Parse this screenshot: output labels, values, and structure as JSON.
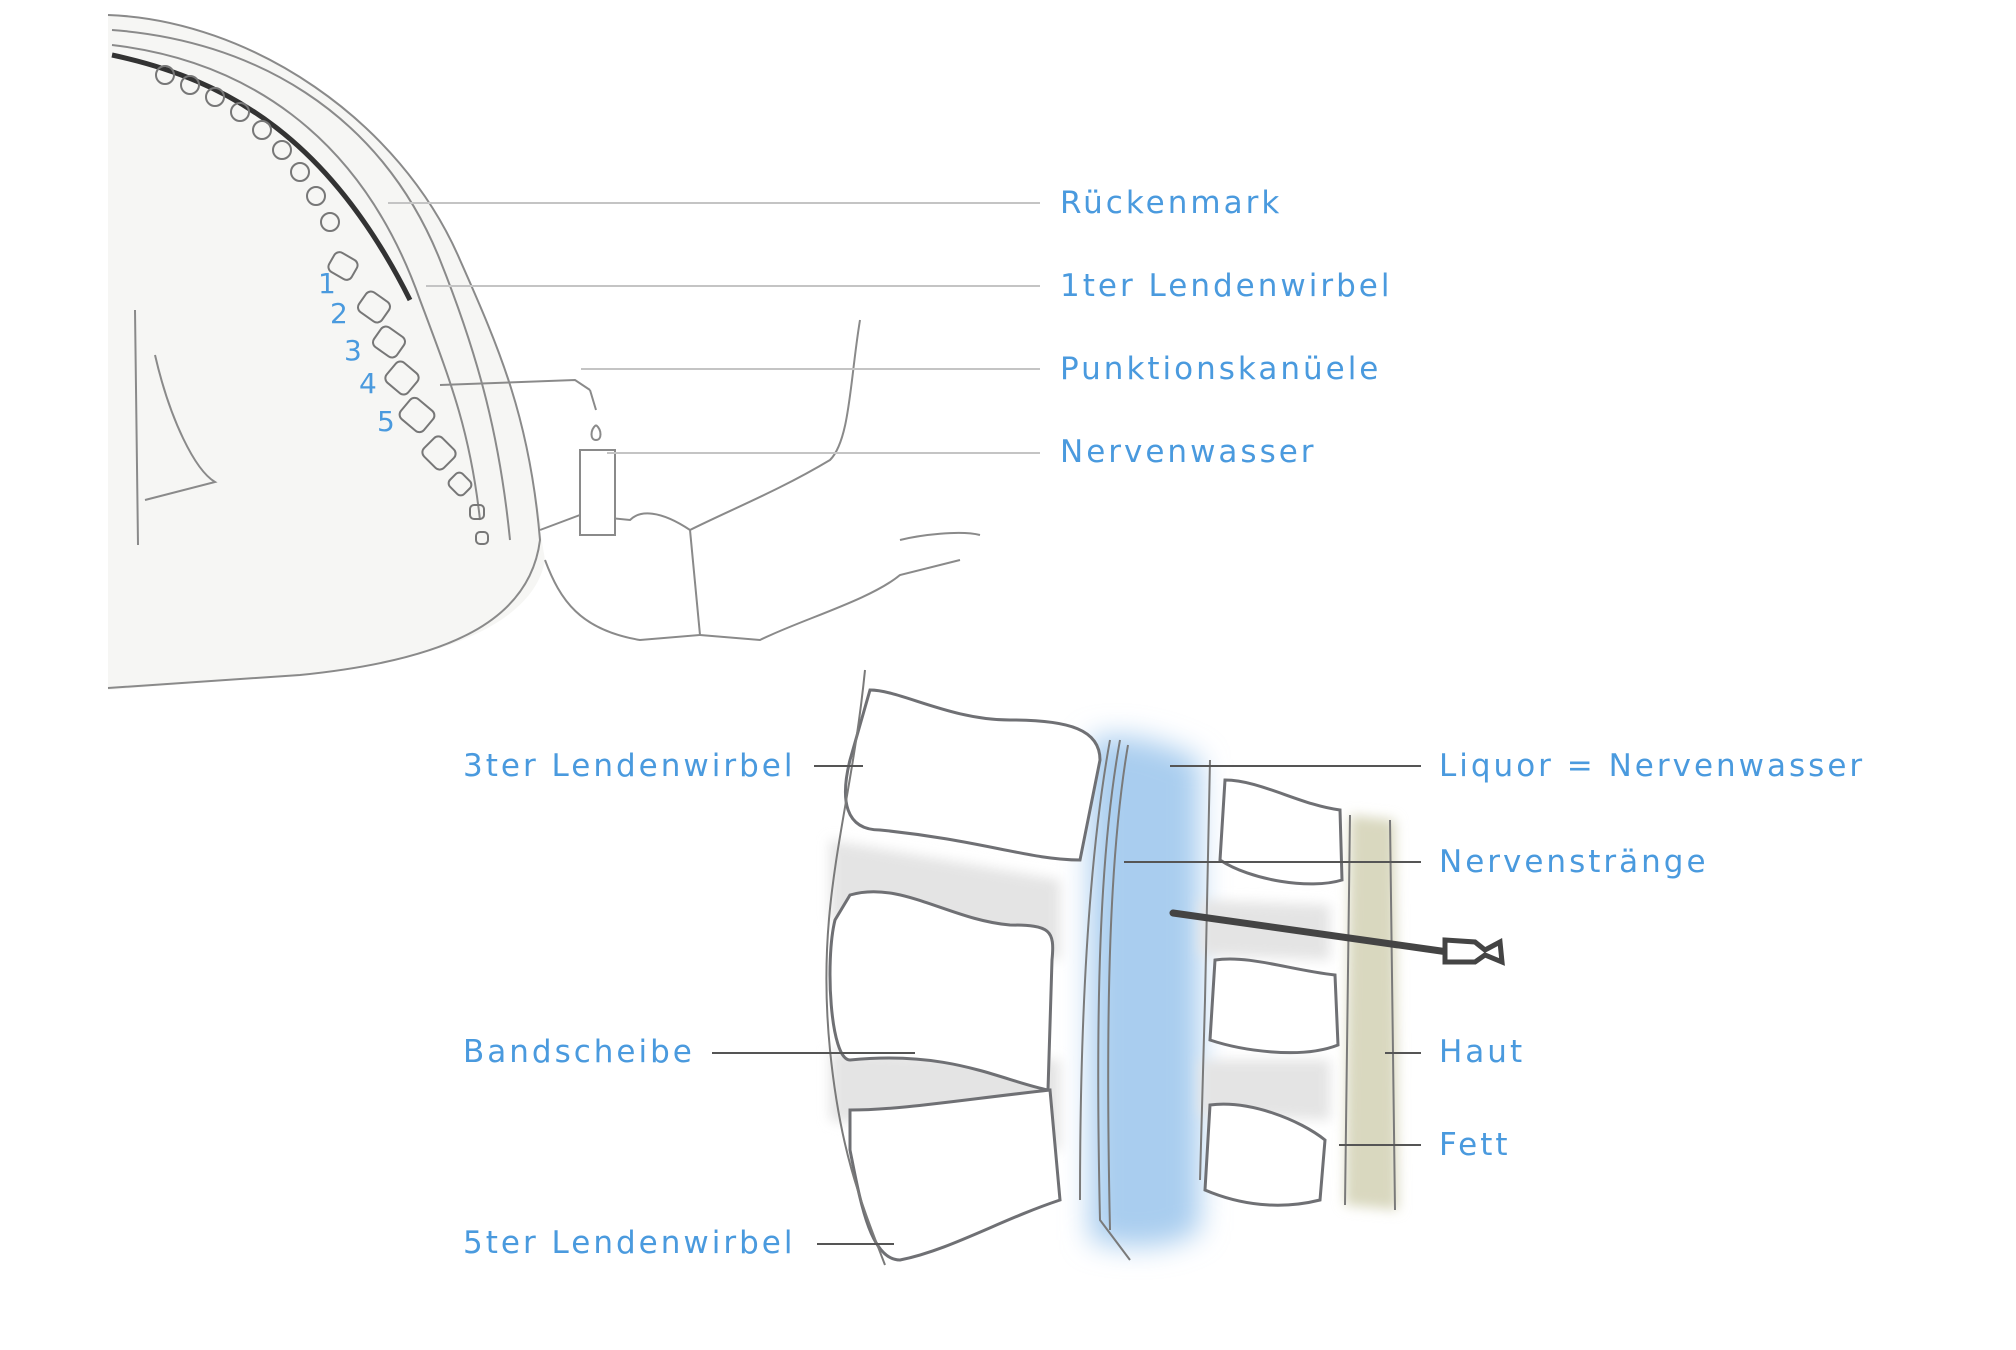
{
  "colors": {
    "label": "#4a9ade",
    "csf": "#a9cdef",
    "disc": "#e4e4e4",
    "fat": "#d9d8bf",
    "line": "#555555"
  },
  "top_labels": [
    "Rückenmark",
    "1ter Lendenwirbel",
    "Punktionskanüele",
    "Nervenwasser"
  ],
  "vertebra_numbers": [
    "1",
    "2",
    "3",
    "4",
    "5"
  ],
  "bottom_left_labels": {
    "l3": "3ter Lendenwirbel",
    "disc": "Bandscheibe",
    "l5": "5ter Lendenwirbel"
  },
  "bottom_right_labels": {
    "liquor": "Liquor = Nervenwasser",
    "nerves": "Nervenstränge",
    "skin": "Haut",
    "fat": "Fett"
  }
}
